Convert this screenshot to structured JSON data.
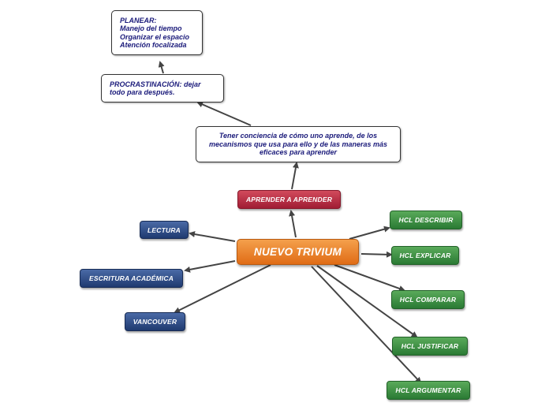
{
  "central": "NUEVO TRIVIUM",
  "aprender": "APRENDER A APRENDER",
  "conciencia": "Tener conciencia de cómo uno aprende, de los mecanismos que usa para ello y de las maneras más eficaces para aprender",
  "procrastinacion": "PROCRASTINACIÓN: dejar todo para después.",
  "planear": {
    "line1": "PLANEAR:",
    "line2": "Manejo del tiempo",
    "line3": "Organizar el espacio",
    "line4": "Atención focalizada"
  },
  "left_nodes": {
    "lectura": "LECTURA",
    "escritura": "ESCRITURA ACADÉMICA",
    "vancouver": "VANCOUVER"
  },
  "right_nodes": {
    "describir": "HCL DESCRIBIR",
    "explicar": "HCL EXPLICAR",
    "comparar": "HCL COMPARAR",
    "justificar": "HCL JUSTIFICAR",
    "argumentar": "HCL ARGUMENTAR"
  },
  "colors": {
    "central": "#e87e28",
    "red": "#b82a40",
    "blue": "#2a4580",
    "green": "#3a8a40",
    "note_text": "#1a1a7a",
    "connector": "#444444"
  }
}
